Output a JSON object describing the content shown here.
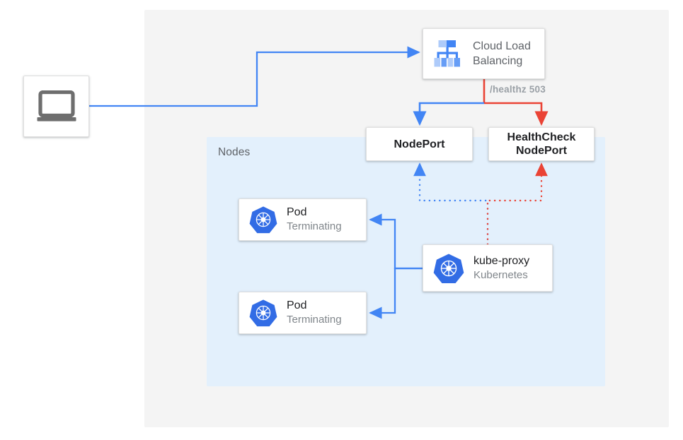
{
  "diagram": {
    "title": "Kubernetes NodePort health check failover diagram",
    "colors": {
      "blue": "#4285f4",
      "red": "#ea4335",
      "panel_gray": "#f4f4f4",
      "panel_blue": "#e3f0fc",
      "text_dark": "#202124",
      "text_gray": "#5f6368",
      "text_light_gray": "#80868b"
    },
    "outer_panel": {
      "name": "outer-panel"
    },
    "nodes_panel": {
      "label": "Nodes"
    },
    "client": {
      "icon": "laptop-icon"
    },
    "load_balancer": {
      "icon": "cloud-load-balancing-icon",
      "label": "Cloud Load\nBalancing"
    },
    "healthz": {
      "label": "/healthz 503"
    },
    "nodeport": {
      "label": "NodePort"
    },
    "healthcheck_nodeport": {
      "label": "HealthCheck\nNodePort"
    },
    "pods": [
      {
        "icon": "kubernetes-icon",
        "title": "Pod",
        "status": "Terminating"
      },
      {
        "icon": "kubernetes-icon",
        "title": "Pod",
        "status": "Terminating"
      }
    ],
    "kube_proxy": {
      "icon": "kubernetes-icon",
      "title": "kube-proxy",
      "subtitle": "Kubernetes"
    }
  }
}
